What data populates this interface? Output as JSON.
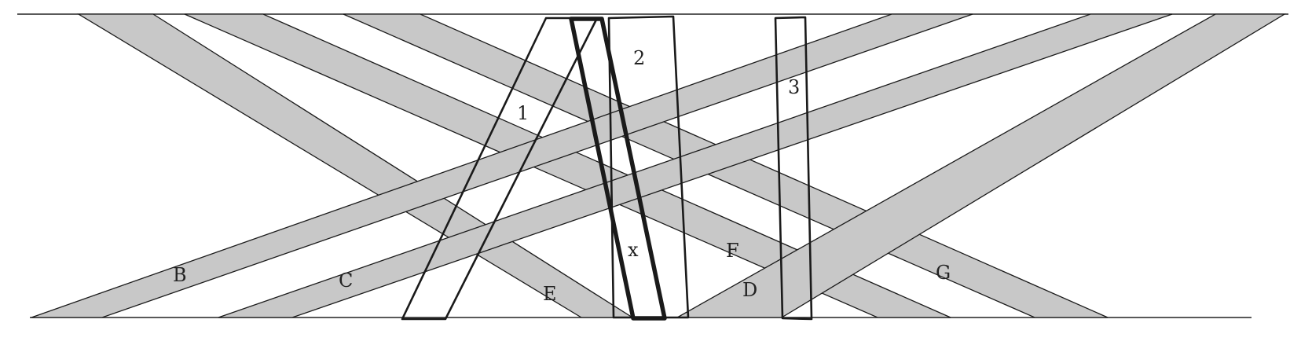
{
  "diagram": {
    "description": "Cross-section of strata bands B–G intersected by vertical/tilted bodies 1, 2, 3 and x",
    "colors": {
      "band_fill": "#c8c8c8",
      "stroke": "#1a1a1a",
      "background": "#ffffff"
    },
    "bands": [
      {
        "id": "E",
        "label": "E"
      },
      {
        "id": "F",
        "label": "F"
      },
      {
        "id": "G",
        "label": "G"
      },
      {
        "id": "B",
        "label": "B"
      },
      {
        "id": "C",
        "label": "C"
      },
      {
        "id": "D",
        "label": "D"
      }
    ],
    "bodies": [
      {
        "id": "1",
        "label": "1"
      },
      {
        "id": "2",
        "label": "2"
      },
      {
        "id": "3",
        "label": "3"
      },
      {
        "id": "x",
        "label": "x"
      }
    ]
  }
}
